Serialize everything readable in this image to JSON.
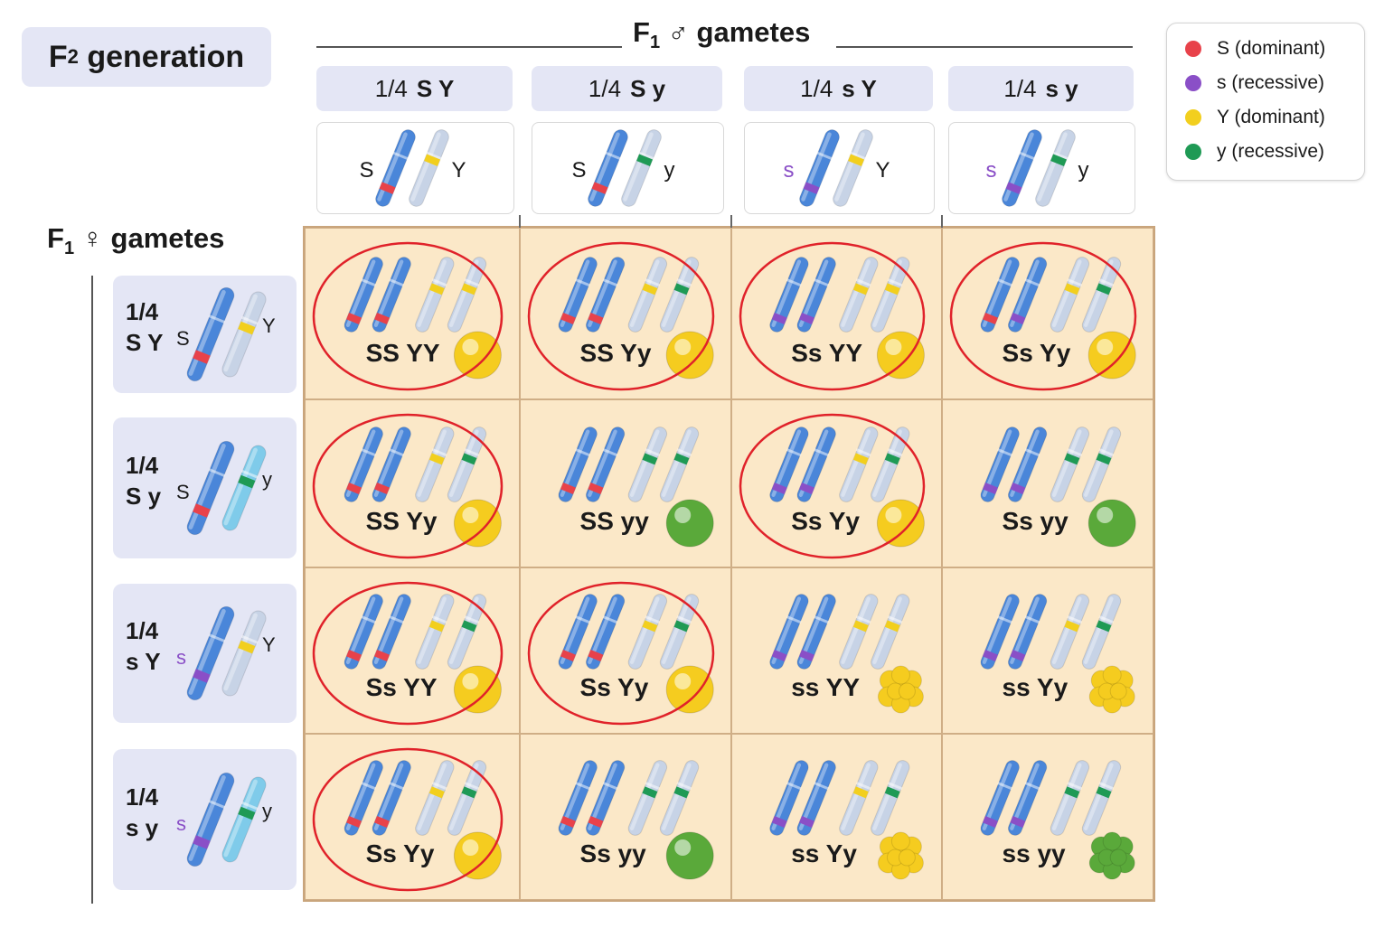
{
  "title": {
    "main": "F",
    "sub": "2",
    "rest": " generation"
  },
  "male_header": {
    "main": "F",
    "sub": "1",
    "rest": " ♂ gametes"
  },
  "female_header": {
    "main": "F",
    "sub": "1",
    "rest": " ♀ gametes"
  },
  "colors": {
    "S": "#e8424a",
    "s": "#8a4fc7",
    "Y": "#f2cf1e",
    "y": "#1f9a55",
    "chromosome_blue": "#4a86d9",
    "chromosome_grey": "#c7d3e6",
    "cell_bg": "#fbe8c8",
    "circle": "#e0222a",
    "pea_yellow": "#f5cc1f",
    "pea_green": "#5aa93a"
  },
  "legend": [
    {
      "label": "S (dominant)",
      "color": "#e8424a"
    },
    {
      "label": "s (recessive)",
      "color": "#8a4fc7"
    },
    {
      "label": "Y (dominant)",
      "color": "#f2cf1e"
    },
    {
      "label": "y (recessive)",
      "color": "#1f9a55"
    }
  ],
  "male_gametes": [
    {
      "fraction": "1/4",
      "genotype": "S Y",
      "s_allele": "S",
      "y_allele": "Y"
    },
    {
      "fraction": "1/4",
      "genotype": "S y",
      "s_allele": "S",
      "y_allele": "y"
    },
    {
      "fraction": "1/4",
      "genotype": "s Y",
      "s_allele": "s",
      "y_allele": "Y"
    },
    {
      "fraction": "1/4",
      "genotype": "s y",
      "s_allele": "s",
      "y_allele": "y"
    }
  ],
  "female_gametes": [
    {
      "fraction": "1/4",
      "genotype": "S Y",
      "s_allele": "S",
      "y_allele": "Y"
    },
    {
      "fraction": "1/4",
      "genotype": "S y",
      "s_allele": "S",
      "y_allele": "y"
    },
    {
      "fraction": "1/4",
      "genotype": "s Y",
      "s_allele": "s",
      "y_allele": "Y"
    },
    {
      "fraction": "1/4",
      "genotype": "s y",
      "s_allele": "s",
      "y_allele": "y"
    }
  ],
  "punnett": [
    [
      {
        "genotype": "SS YY",
        "s_alleles": [
          "S",
          "S"
        ],
        "y_alleles": [
          "Y",
          "Y"
        ],
        "pea_color": "yellow",
        "pea_shape": "smooth",
        "circled": true
      },
      {
        "genotype": "SS Yy",
        "s_alleles": [
          "S",
          "S"
        ],
        "y_alleles": [
          "Y",
          "y"
        ],
        "pea_color": "yellow",
        "pea_shape": "smooth",
        "circled": true
      },
      {
        "genotype": "Ss YY",
        "s_alleles": [
          "s",
          "s"
        ],
        "y_alleles": [
          "Y",
          "Y"
        ],
        "pea_color": "yellow",
        "pea_shape": "smooth",
        "circled": true
      },
      {
        "genotype": "Ss Yy",
        "s_alleles": [
          "S",
          "s"
        ],
        "y_alleles": [
          "Y",
          "y"
        ],
        "pea_color": "yellow",
        "pea_shape": "smooth",
        "circled": true
      }
    ],
    [
      {
        "genotype": "SS Yy",
        "s_alleles": [
          "S",
          "S"
        ],
        "y_alleles": [
          "Y",
          "y"
        ],
        "pea_color": "yellow",
        "pea_shape": "smooth",
        "circled": true
      },
      {
        "genotype": "SS yy",
        "s_alleles": [
          "S",
          "S"
        ],
        "y_alleles": [
          "y",
          "y"
        ],
        "pea_color": "green",
        "pea_shape": "smooth",
        "circled": false
      },
      {
        "genotype": "Ss Yy",
        "s_alleles": [
          "s",
          "s"
        ],
        "y_alleles": [
          "Y",
          "y"
        ],
        "pea_color": "yellow",
        "pea_shape": "smooth",
        "circled": true
      },
      {
        "genotype": "Ss yy",
        "s_alleles": [
          "s",
          "s"
        ],
        "y_alleles": [
          "y",
          "y"
        ],
        "pea_color": "green",
        "pea_shape": "smooth",
        "circled": false
      }
    ],
    [
      {
        "genotype": "Ss YY",
        "s_alleles": [
          "S",
          "S"
        ],
        "y_alleles": [
          "Y",
          "y"
        ],
        "pea_color": "yellow",
        "pea_shape": "smooth",
        "circled": true
      },
      {
        "genotype": "Ss Yy",
        "s_alleles": [
          "S",
          "S"
        ],
        "y_alleles": [
          "Y",
          "y"
        ],
        "pea_color": "yellow",
        "pea_shape": "smooth",
        "circled": true
      },
      {
        "genotype": "ss YY",
        "s_alleles": [
          "s",
          "s"
        ],
        "y_alleles": [
          "Y",
          "Y"
        ],
        "pea_color": "yellow",
        "pea_shape": "wrinkled",
        "circled": false
      },
      {
        "genotype": "ss Yy",
        "s_alleles": [
          "s",
          "s"
        ],
        "y_alleles": [
          "Y",
          "y"
        ],
        "pea_color": "yellow",
        "pea_shape": "wrinkled",
        "circled": false
      }
    ],
    [
      {
        "genotype": "Ss Yy",
        "s_alleles": [
          "S",
          "S"
        ],
        "y_alleles": [
          "Y",
          "y"
        ],
        "pea_color": "yellow",
        "pea_shape": "smooth",
        "circled": true
      },
      {
        "genotype": "Ss yy",
        "s_alleles": [
          "S",
          "S"
        ],
        "y_alleles": [
          "y",
          "y"
        ],
        "pea_color": "green",
        "pea_shape": "smooth",
        "circled": false
      },
      {
        "genotype": "ss Yy",
        "s_alleles": [
          "s",
          "s"
        ],
        "y_alleles": [
          "Y",
          "y"
        ],
        "pea_color": "yellow",
        "pea_shape": "wrinkled",
        "circled": false
      },
      {
        "genotype": "ss yy",
        "s_alleles": [
          "s",
          "s"
        ],
        "y_alleles": [
          "y",
          "y"
        ],
        "pea_color": "green",
        "pea_shape": "wrinkled",
        "circled": false
      }
    ]
  ]
}
